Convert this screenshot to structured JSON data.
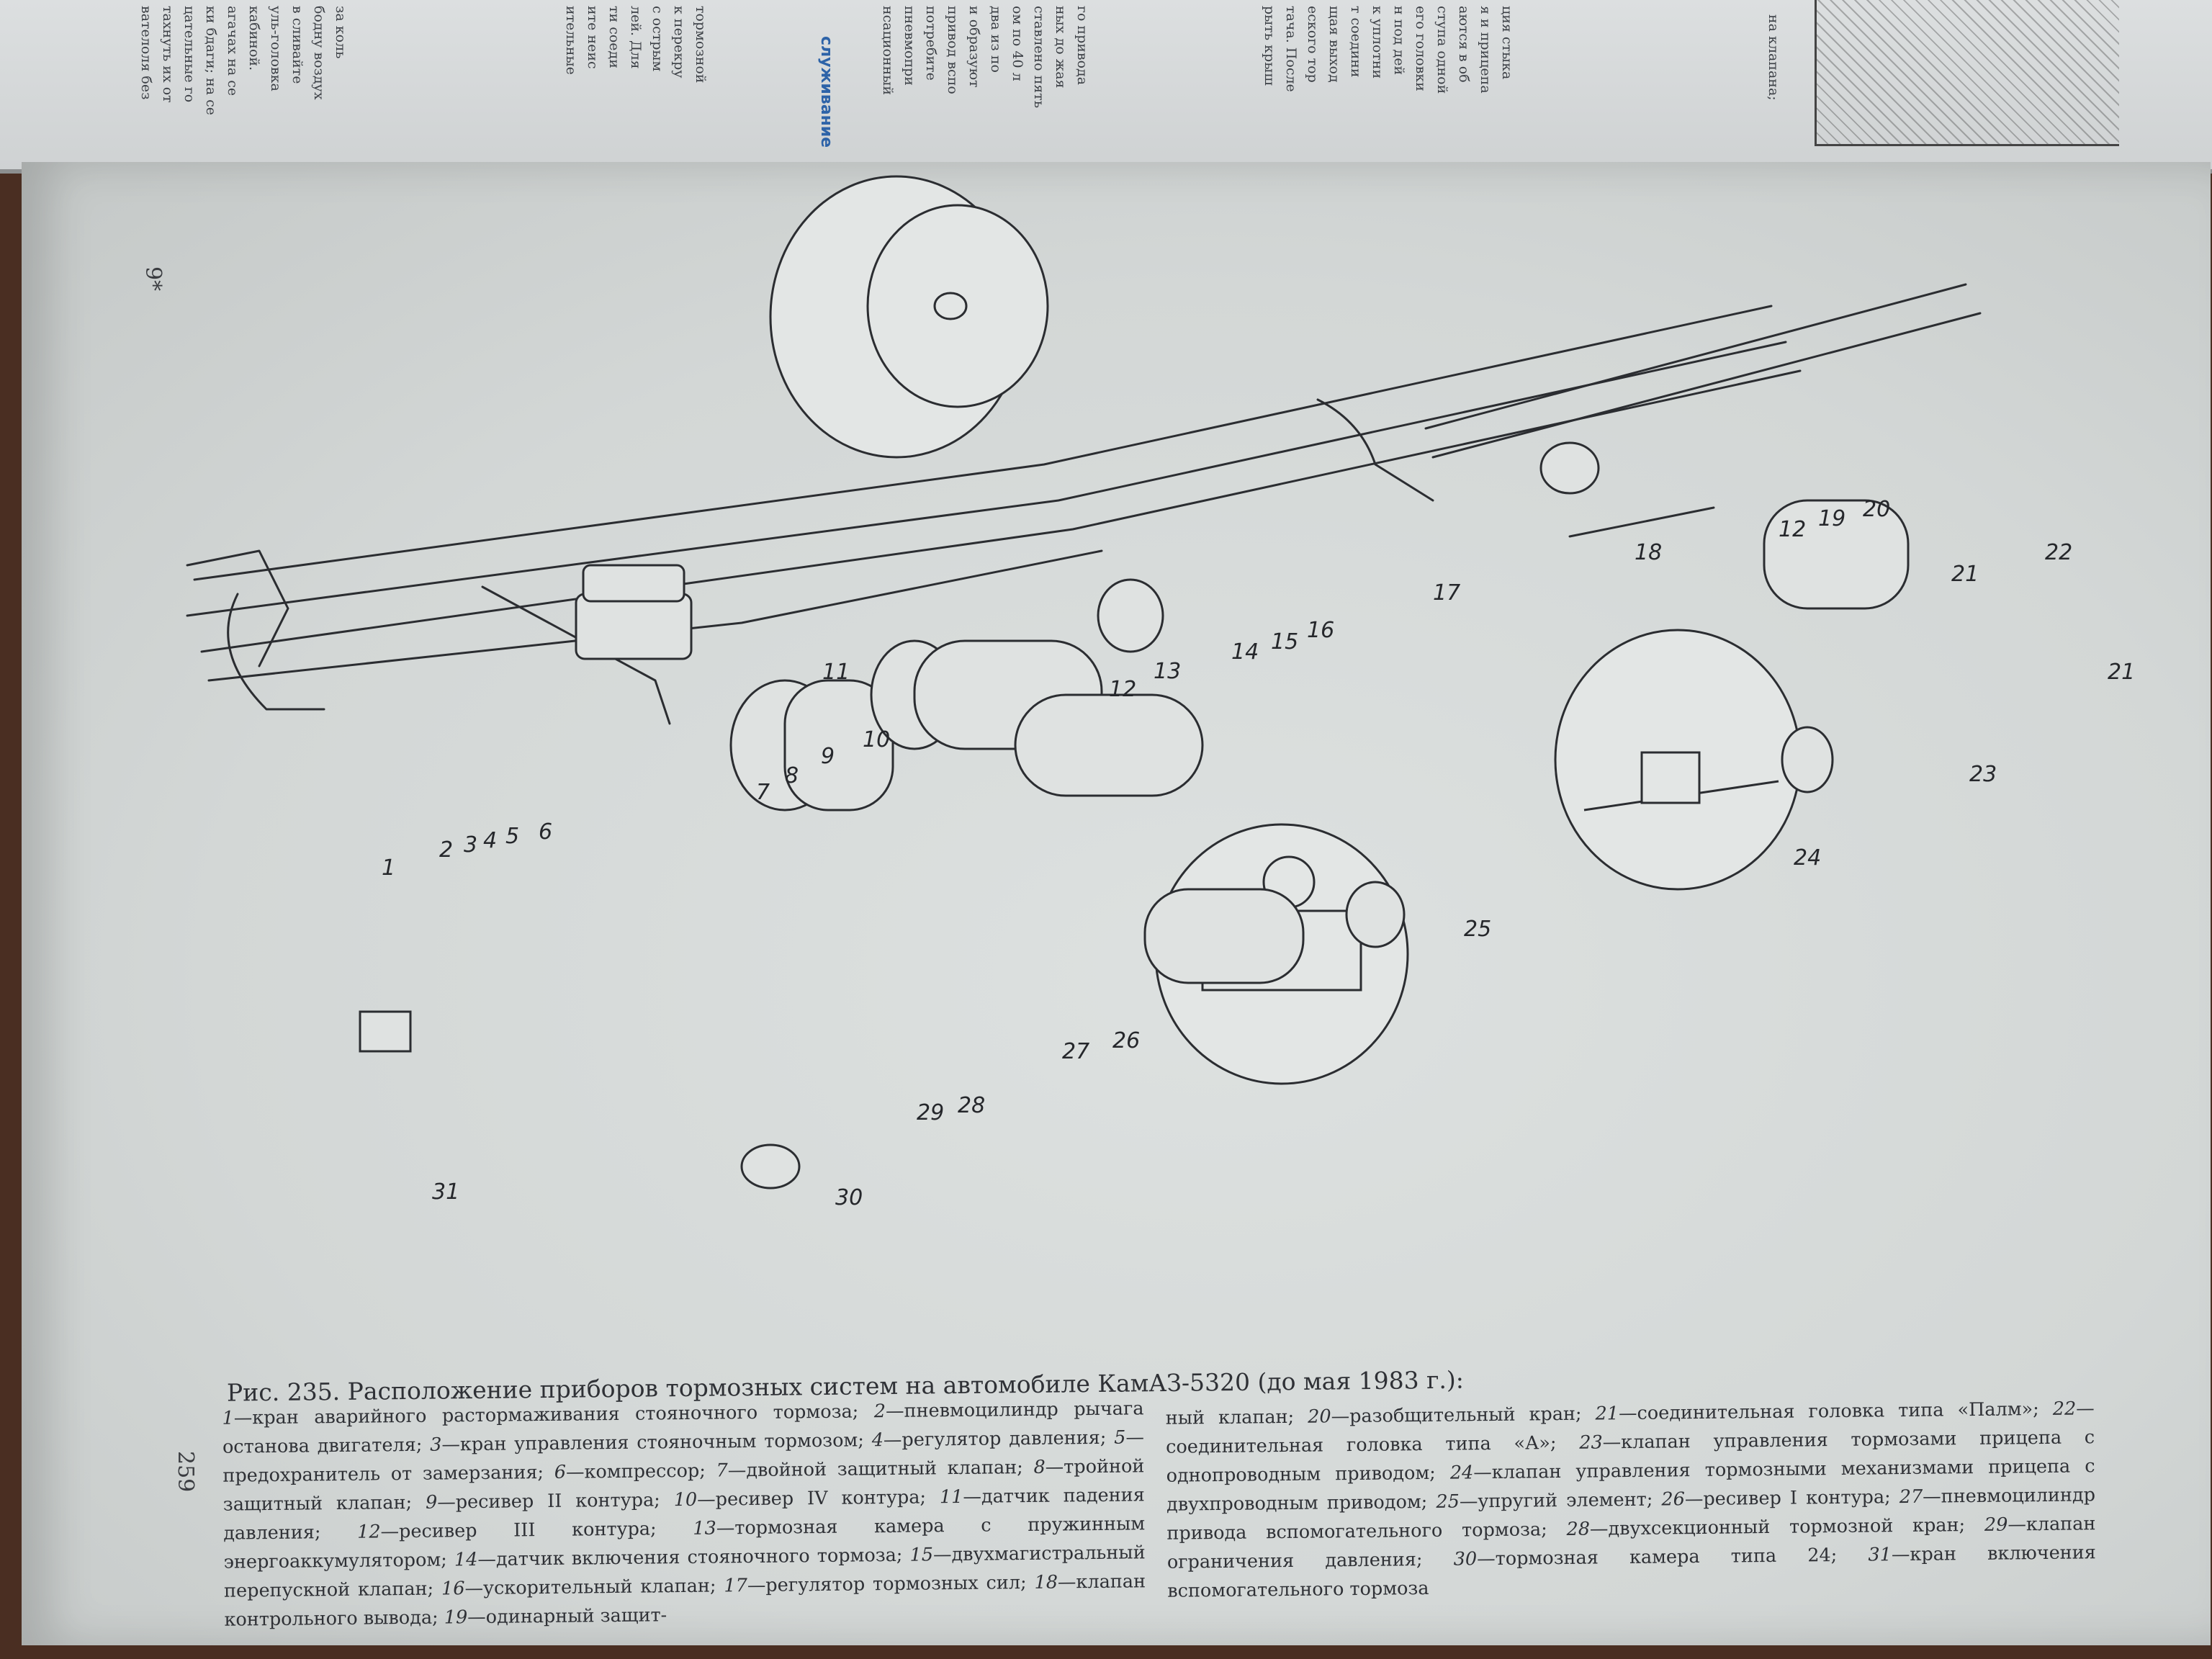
{
  "top_page": {
    "section_heading": "служивание",
    "columns": [
      [
        "за коль",
        "бодну воздух",
        "в сливайте",
        "уль-головка",
        "кабиной.",
        "агачах на се",
        "ки бдаги; на се",
        "цательные го",
        "тахнуть их от",
        "вателоля без"
      ],
      [
        "тормозной",
        "к перекру",
        "с острым",
        "лей. Для",
        "ти соеди",
        "ите неис",
        "ительные"
      ],
      [
        "го привода",
        "ных до жая",
        "ставлено пять",
        "ом по 40 л",
        "два из по",
        "и образуют",
        "привод вспо",
        "потребите",
        "пневмопри",
        "нсационный"
      ],
      [
        "ция стыка",
        "я и прицепа",
        "аются в об",
        "ступа одной",
        "его головки",
        "н под дей",
        "к уплотни",
        "т соедини",
        "щая выход",
        "еского тор",
        "тача. После",
        "рыть крыш"
      ]
    ],
    "right_fragment": "на клапана;"
  },
  "page": {
    "corner_mark": "9*",
    "page_number": "259"
  },
  "chart_data": {
    "type": "diagram",
    "callouts": [
      "1",
      "2",
      "3",
      "4",
      "5",
      "6",
      "7",
      "8",
      "9",
      "10",
      "11",
      "12",
      "12",
      "13",
      "14",
      "15",
      "16",
      "17",
      "18",
      "19",
      "20",
      "21",
      "21",
      "22",
      "23",
      "24",
      "25",
      "26",
      "27",
      "28",
      "29",
      "30",
      "31"
    ]
  },
  "caption": {
    "title": "Рис. 235. Расположение приборов тормозных систем на автомобиле КамАЗ-5320 (до мая 1983 г.):",
    "legend_left": [
      {
        "n": "1",
        "t": "—кран аварийного растормаживания стояночного тормоза; "
      },
      {
        "n": "2",
        "t": "—пневмоцилиндр рычага останова двигателя; "
      },
      {
        "n": "3",
        "t": "—кран управления стояночным тормозом; "
      },
      {
        "n": "4",
        "t": "—регулятор давления; "
      },
      {
        "n": "5",
        "t": "—предохранитель от замерзания; "
      },
      {
        "n": "6",
        "t": "—компрессор; "
      },
      {
        "n": "7",
        "t": "—двойной защитный клапан; "
      },
      {
        "n": "8",
        "t": "—тройной защитный клапан; "
      },
      {
        "n": "9",
        "t": "—ресивер II контура; "
      },
      {
        "n": "10",
        "t": "—ресивер IV контура; "
      },
      {
        "n": "11",
        "t": "—датчик падения давления; "
      },
      {
        "n": "12",
        "t": "—ресивер III контура; "
      },
      {
        "n": "13",
        "t": "—тормозная камера с пружинным энергоаккумулятором; "
      },
      {
        "n": "14",
        "t": "—датчик включения стояночного тормоза; "
      },
      {
        "n": "15",
        "t": "—двухмагистральный перепускной клапан; "
      },
      {
        "n": "16",
        "t": "—ускорительный клапан; "
      },
      {
        "n": "17",
        "t": "—регулятор тормозных сил; "
      },
      {
        "n": "18",
        "t": "—клапан контрольного вывода; "
      },
      {
        "n": "19",
        "t": "—одинарный защит-"
      }
    ],
    "legend_right": [
      {
        "n": "",
        "t": "ный клапан; "
      },
      {
        "n": "20",
        "t": "—разобщительный кран; "
      },
      {
        "n": "21",
        "t": "—соединительная головка типа «Палм»; "
      },
      {
        "n": "22",
        "t": "—соединительная головка типа «А»; "
      },
      {
        "n": "23",
        "t": "—клапан управления тормозами прицепа с однопроводным приводом; "
      },
      {
        "n": "24",
        "t": "—клапан управления тормозными механизмами прицепа с двухпроводным приводом; "
      },
      {
        "n": "25",
        "t": "—упругий элемент; "
      },
      {
        "n": "26",
        "t": "—ресивер I контура; "
      },
      {
        "n": "27",
        "t": "—пневмоцилиндр привода вспомогательного тормоза; "
      },
      {
        "n": "28",
        "t": "—двухсекционный тормозной кран; "
      },
      {
        "n": "29",
        "t": "—клапан ограничения давления; "
      },
      {
        "n": "30",
        "t": "—тормозная камера типа 24; "
      },
      {
        "n": "31",
        "t": "—кран включения вспомогательного тормоза"
      }
    ]
  }
}
